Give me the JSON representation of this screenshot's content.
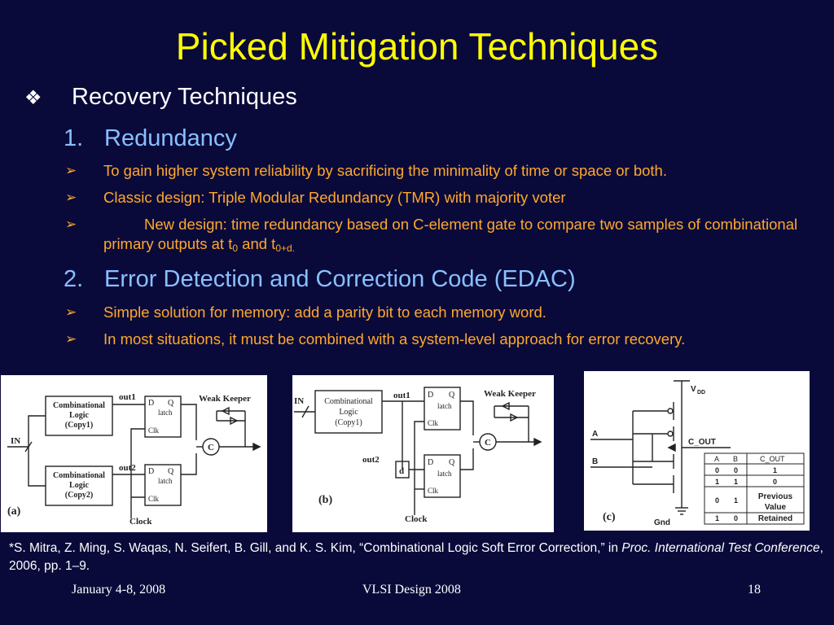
{
  "slide": {
    "title": "Picked Mitigation Techniques",
    "section": "Recovery Techniques",
    "items": [
      {
        "number": "1.",
        "heading": "Redundancy",
        "bullets": [
          "To gain higher system reliability by sacrificing the minimality of time or space or both.",
          "Classic design: Triple Modular Redundancy (TMR) with majority voter"
        ],
        "bullet3": {
          "text": "New design: time redundancy based on C-element gate to compare two samples of combinational primary outputs at t",
          "sub1": "0",
          "mid": " and t",
          "sub2": "0+d."
        }
      },
      {
        "number": "2.",
        "heading": "Error Detection and Correction Code (EDAC)",
        "bullets": [
          "Simple solution for memory: add a parity bit to each memory word.",
          "In most situations, it must be combined with a system-level approach for error recovery."
        ]
      }
    ]
  },
  "figures": {
    "a": {
      "label": "(a)",
      "block1": [
        "Combinational",
        "Logic",
        "(Copy1)"
      ],
      "block2": [
        "Combinational",
        "Logic",
        "(Copy2)"
      ],
      "in": "IN",
      "out1": "out1",
      "out2": "out2",
      "d": "D",
      "q": "Q",
      "latch": "latch",
      "clk": "Clk",
      "clock": "Clock",
      "weak_keeper": "Weak Keeper",
      "c": "C"
    },
    "b": {
      "label": "(b)",
      "block": [
        "Combinational",
        "Logic",
        "(Copy1)"
      ],
      "in": "IN",
      "out1": "out1",
      "out2": "out2",
      "delay": "d",
      "d": "D",
      "q": "Q",
      "latch": "latch",
      "clk": "Clk",
      "clock": "Clock",
      "weak_keeper": "Weak Keeper",
      "c": "C"
    },
    "c": {
      "label": "(c)",
      "vdd": "V",
      "vdd_sub": "DD",
      "gnd": "Gnd",
      "a": "A",
      "b": "B",
      "c_out": "C_OUT",
      "table_headers": [
        "A",
        "B",
        "C_OUT"
      ],
      "table_rows": [
        [
          "0",
          "0",
          "1"
        ],
        [
          "1",
          "1",
          "0"
        ],
        [
          "0",
          "1",
          "Previous Value Retained"
        ],
        [
          "1",
          "0",
          ""
        ]
      ],
      "prev1": "Previous",
      "prev2": "Value",
      "prev3": "Retained"
    }
  },
  "citation": {
    "main": "*S. Mitra, Z. Ming, S. Waqas, N. Seifert, B. Gill, and K. S. Kim, “Combinational Logic Soft Error Correction,” in ",
    "proc": "Proc.",
    "venue": "International Test Conference",
    "tail": ", 2006, pp. 1–9."
  },
  "footer": {
    "date": "January 4-8, 2008",
    "event": "VLSI Design 2008",
    "page": "18"
  },
  "colors": {
    "background": "#0a0a3a",
    "title": "#ffff00",
    "heading": "#88c0ff",
    "bullet_text": "#ffa82c"
  }
}
